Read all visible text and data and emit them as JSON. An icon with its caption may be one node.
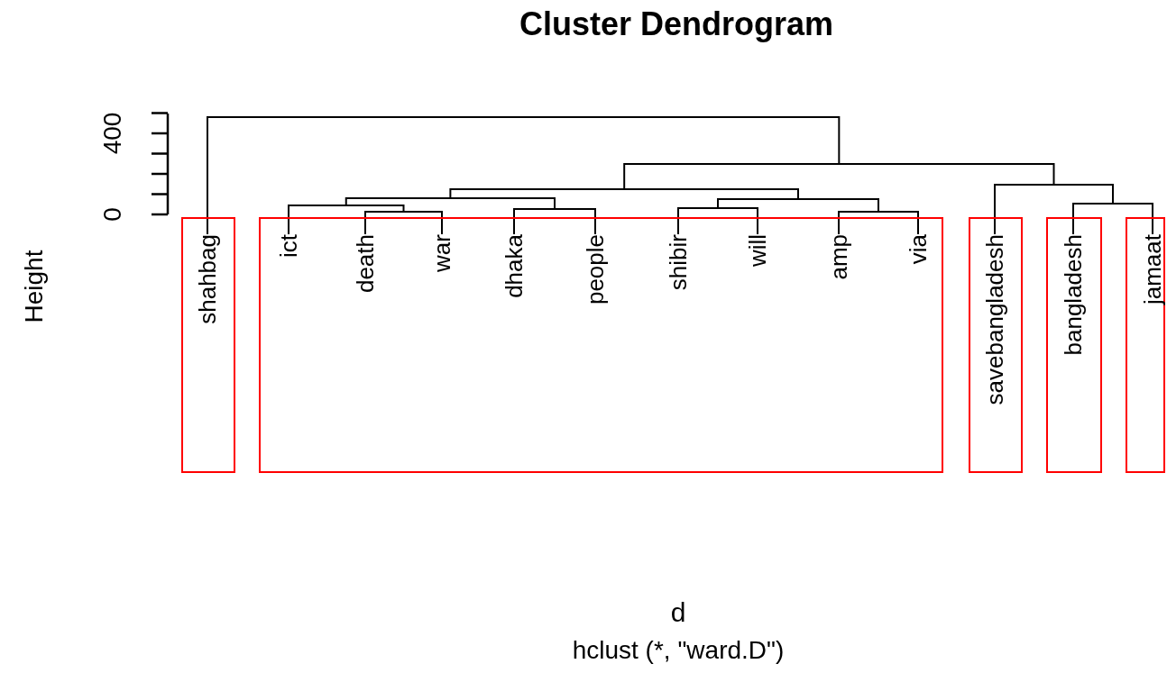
{
  "diagram": {
    "title": "Cluster Dendrogram",
    "nodes": [
      {
        "text": [],
        "shape": "box"
      },
      {
        "text": [
          "shahbag"
        ],
        "in": 0
      },
      {
        "text": [],
        "shape": "box"
      },
      {
        "text": [
          "ict"
        ],
        "in": 2
      },
      {
        "text": [
          "death"
        ],
        "in": 2
      },
      {
        "text": [
          "war"
        ],
        "in": 2
      },
      {
        "text": [
          "dhaka"
        ],
        "in": 2
      },
      {
        "text": [
          "people"
        ],
        "in": 2
      },
      {
        "text": [
          "shibir"
        ],
        "in": 2
      },
      {
        "text": [
          "will"
        ],
        "in": 2
      },
      {
        "text": [
          "amp"
        ],
        "in": 2
      },
      {
        "text": [
          "via"
        ],
        "in": 2
      },
      {
        "text": [],
        "shape": "box"
      },
      {
        "text": [
          "savebangladesh"
        ],
        "in": 12
      },
      {
        "text": [],
        "shape": "box"
      },
      {
        "text": [
          "bangladesh"
        ],
        "in": 14
      },
      {
        "text": [],
        "shape": "box"
      },
      {
        "text": [
          "jamaat"
        ],
        "in": 16
      },
      {
        "text": [],
        "shape": "bar"
      },
      {
        "text": [],
        "shape": "bar"
      },
      {
        "text": [],
        "shape": "bar"
      },
      {
        "text": [],
        "shape": "bar"
      },
      {
        "text": [],
        "shape": "bar"
      },
      {
        "text": [],
        "shape": "bar"
      },
      {
        "text": [],
        "shape": "bar"
      },
      {
        "text": [],
        "shape": "bar"
      },
      {
        "text": [],
        "shape": "bar"
      },
      {
        "text": [],
        "shape": "bar"
      },
      {
        "text": [],
        "shape": "bar"
      },
      {
        "text": [],
        "shape": "bar"
      }
    ],
    "edges": [
      {
        "from": 18,
        "to": 1,
        "arrow": "none"
      },
      {
        "from": 18,
        "to": 19,
        "arrow": "none"
      },
      {
        "from": 19,
        "to": 20,
        "arrow": "none"
      },
      {
        "from": 19,
        "to": 28,
        "arrow": "none"
      },
      {
        "from": 20,
        "to": 21,
        "arrow": "none"
      },
      {
        "from": 20,
        "to": 25,
        "arrow": "none"
      },
      {
        "from": 21,
        "to": 22,
        "arrow": "none"
      },
      {
        "from": 21,
        "to": 24,
        "arrow": "none"
      },
      {
        "from": 22,
        "to": 3,
        "arrow": "none"
      },
      {
        "from": 22,
        "to": 23,
        "arrow": "none"
      },
      {
        "from": 23,
        "to": 4,
        "arrow": "none"
      },
      {
        "from": 23,
        "to": 5,
        "arrow": "none"
      },
      {
        "from": 24,
        "to": 6,
        "arrow": "none"
      },
      {
        "from": 24,
        "to": 7,
        "arrow": "none"
      },
      {
        "from": 25,
        "to": 26,
        "arrow": "none"
      },
      {
        "from": 25,
        "to": 27,
        "arrow": "none"
      },
      {
        "from": 26,
        "to": 8,
        "arrow": "none"
      },
      {
        "from": 26,
        "to": 9,
        "arrow": "none"
      },
      {
        "from": 27,
        "to": 10,
        "arrow": "none"
      },
      {
        "from": 27,
        "to": 11,
        "arrow": "none"
      },
      {
        "from": 28,
        "to": 13,
        "arrow": "none"
      },
      {
        "from": 28,
        "to": 29,
        "arrow": "none"
      },
      {
        "from": 29,
        "to": 15,
        "arrow": "none"
      },
      {
        "from": 29,
        "to": 17,
        "arrow": "none"
      }
    ],
    "labels": [
      "400",
      "0",
      "Height",
      "d",
      "hclust (*, \"ward.D\")"
    ]
  }
}
